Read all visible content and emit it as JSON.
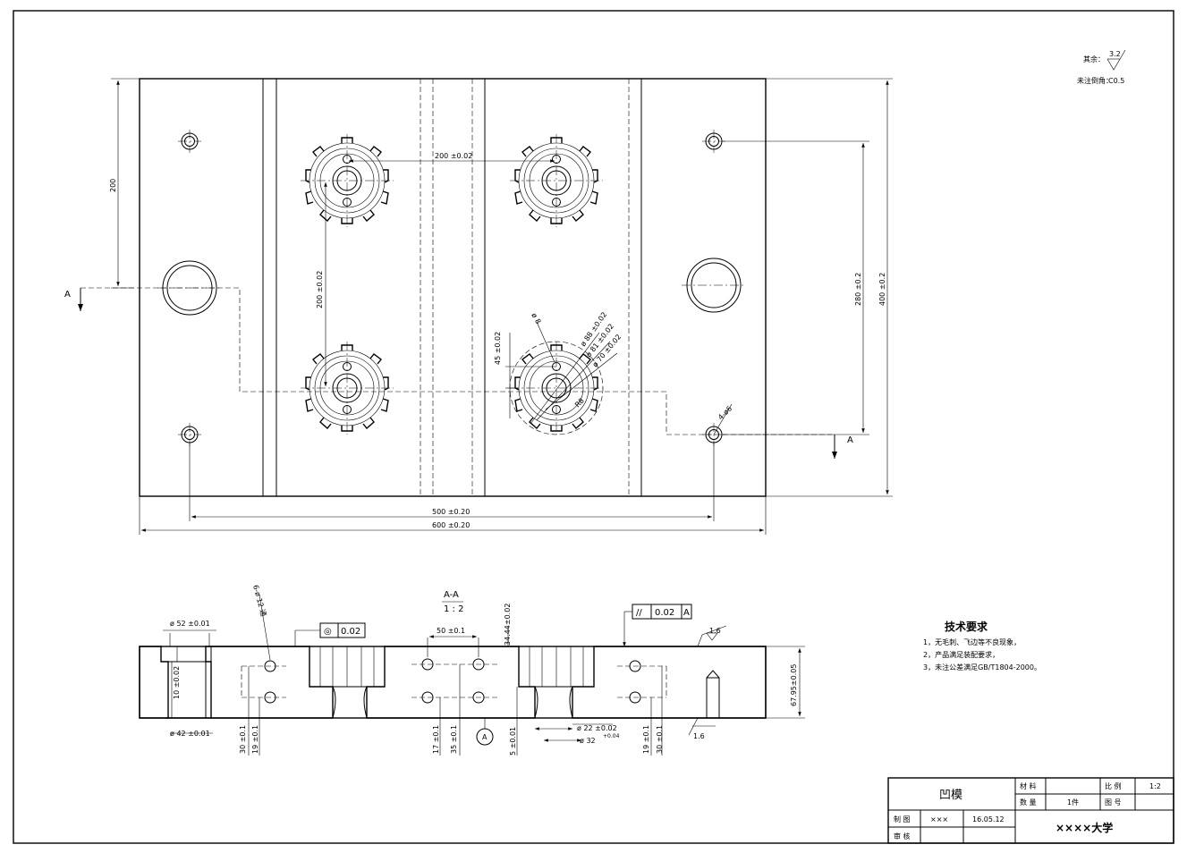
{
  "roughness": {
    "label": "其余：",
    "value": "3.2"
  },
  "chamfer_note": {
    "label": "未注倒角：",
    "value": "C0.5"
  },
  "plan_dims": {
    "d_200_left": "200",
    "d_200_horizontal": "200 ±0.02",
    "d_200_vertical": "200 ±0.02",
    "d_280": "280 ±0.2",
    "d_400": "400 ±0.2",
    "d_500": "500 ±0.20",
    "d_600": "600 ±0.20",
    "d_45": "45 ±0.02",
    "d_phi8": "ø 8",
    "d_phi88": "ø 88 ±0.02",
    "d_phi81": "ø 81 ±0.02",
    "d_phi70": "ø 70 ±0.02",
    "d_r8": "R8",
    "d_4x": "4-ø6"
  },
  "section_marks": {
    "left": "A",
    "right": "A"
  },
  "section_view": {
    "title": "A-A",
    "scale": "1 : 2",
    "d_phi52": "ø 52 ±0.01",
    "d_phi42": "ø 42 ±0.01",
    "d_10": "10 ±0.02",
    "d_30_left": "30 ±0.1",
    "d_19_left": "19 ±0.1",
    "d_holes_note": "6-ø 12 通",
    "concentric_symbol": "◎",
    "concentric_value": "0.02",
    "d_50": "50 ±0.1",
    "d_17": "17 ±0.1",
    "d_35": "35 ±0.1",
    "datum_a": "A",
    "d_34_44": "34.44±0.02",
    "d_5": "5 ±0.01",
    "d_phi22": "ø 22 ±0.02",
    "d_phi32": "ø 32",
    "d_phi32_tol": "+0.04",
    "parallel_symbol": "//",
    "parallel_value": "0.02",
    "parallel_datum": "A",
    "d_19_right": "19 ±0.1",
    "d_30_right": "30 ±0.1",
    "d_67_95": "67.95±0.05",
    "rough_top": "1.6",
    "rough_bottom": "1.6"
  },
  "tech_requirements": {
    "title": "技术要求",
    "items": [
      "1，无毛刺、飞边等不良现象，",
      "2，产品满足装配要求，",
      "3，未注公差满足GB/T1804-2000。"
    ]
  },
  "title_block": {
    "part_name": "凹模",
    "material_label": "材 料",
    "material_value": "",
    "scale_label": "比 例",
    "scale_value": "1:2",
    "qty_label": "数 量",
    "qty_value": "1件",
    "drawing_no_label": "图 号",
    "drawing_no_value": "",
    "drawn_label": "制 图",
    "drawn_by": "×××",
    "drawn_date": "16.05.12",
    "checked_label": "审 核",
    "school": "××××大学"
  }
}
